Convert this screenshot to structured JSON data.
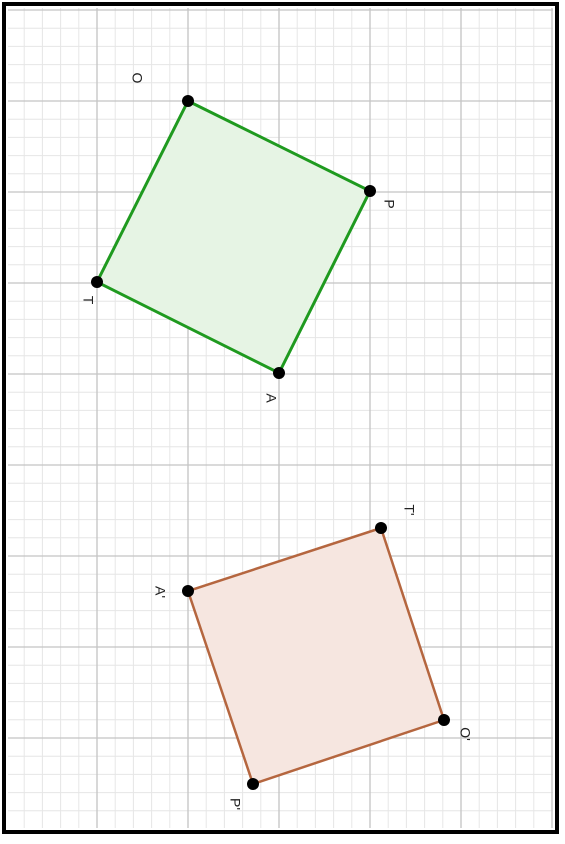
{
  "diagram": {
    "colors": {
      "grid_minor": "#e6e6e6",
      "grid_major": "#c4c4c4",
      "green_stroke": "#1f9a1f",
      "green_fill": "#e6f4e4",
      "brown_stroke": "#b5663f",
      "brown_fill": "#f6e6e0",
      "point": "#000000",
      "border": "#000000"
    },
    "shapes": [
      {
        "id": "original",
        "vertices": [
          {
            "label": "O"
          },
          {
            "label": "P"
          },
          {
            "label": "A"
          },
          {
            "label": "T"
          }
        ]
      },
      {
        "id": "image",
        "vertices": [
          {
            "label": "T'"
          },
          {
            "label": "O'"
          },
          {
            "label": "P'"
          },
          {
            "label": "A'"
          }
        ]
      }
    ]
  }
}
